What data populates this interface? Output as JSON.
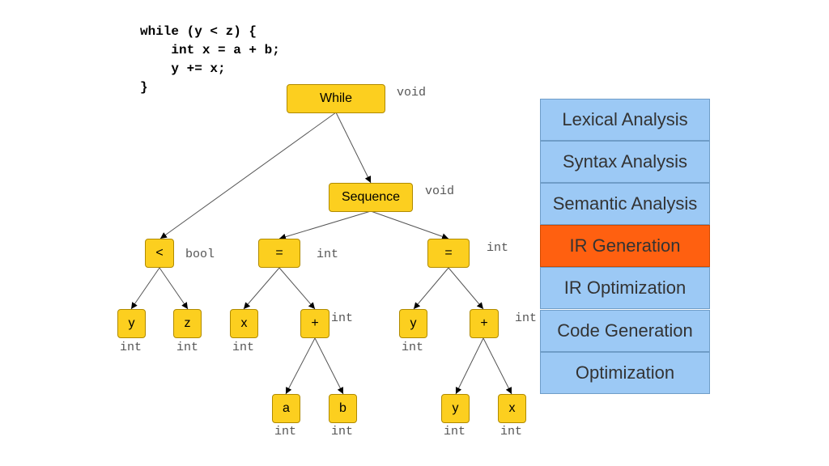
{
  "code_lines": [
    "while (y < z) {",
    "    int x = a + b;",
    "    y += x;",
    "}"
  ],
  "tree": {
    "while": {
      "label": "While",
      "type": "void"
    },
    "sequence": {
      "label": "Sequence",
      "type": "void"
    },
    "less": {
      "label": "<",
      "type": "bool"
    },
    "assign1": {
      "label": "=",
      "type": "int"
    },
    "assign2": {
      "label": "=",
      "type": "int"
    },
    "y1": {
      "label": "y",
      "type": "int"
    },
    "z1": {
      "label": "z",
      "type": "int"
    },
    "x1": {
      "label": "x",
      "type": "int"
    },
    "plus1": {
      "label": "+",
      "type": "int"
    },
    "y2": {
      "label": "y",
      "type": "int"
    },
    "plus2": {
      "label": "+",
      "type": "int"
    },
    "a1": {
      "label": "a",
      "type": "int"
    },
    "b1": {
      "label": "b",
      "type": "int"
    },
    "y3": {
      "label": "y",
      "type": "int"
    },
    "x2": {
      "label": "x",
      "type": "int"
    }
  },
  "pipeline": {
    "stages": [
      "Lexical Analysis",
      "Syntax Analysis",
      "Semantic Analysis",
      "IR Generation",
      "IR Optimization",
      "Code Generation",
      "Optimization"
    ],
    "active_stage": "IR Generation",
    "colors": {
      "stage": "#9cc9f5",
      "active": "#ff6010",
      "node": "#fccf1f"
    }
  }
}
